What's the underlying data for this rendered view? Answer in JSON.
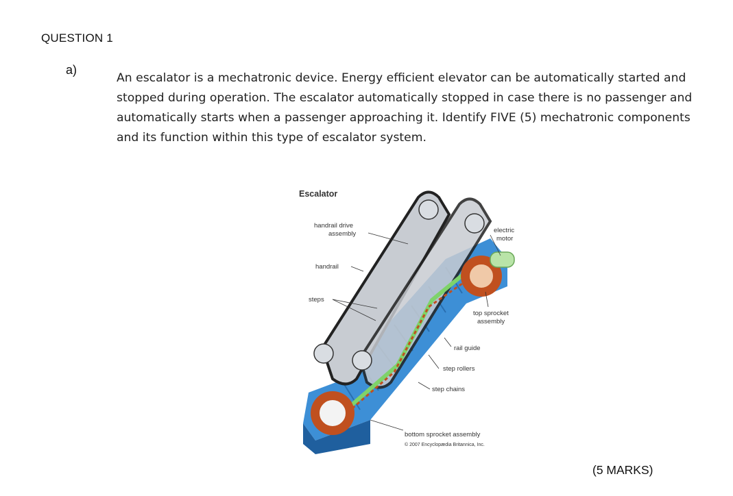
{
  "question": {
    "title": "QUESTION 1",
    "part": "a)",
    "text": "An escalator is a mechatronic device. Energy efficient elevator can be automatically started and stopped during operation. The escalator automatically stopped in case there is no passenger and automatically starts when a passenger approaching it. Identify FIVE (5) mechatronic components and its function within this type of escalator system.",
    "marks": "(5 MARKS)"
  },
  "figure": {
    "title": "Escalator",
    "labels": {
      "handrail_drive_1": "handrail drive",
      "handrail_drive_2": "assembly",
      "handrail": "handrail",
      "steps": "steps",
      "electric_1": "electric",
      "electric_2": "motor",
      "top_sprocket_1": "top sprocket",
      "top_sprocket_2": "assembly",
      "rail_guide": "rail guide",
      "step_rollers": "step rollers",
      "step_chains": "step chains",
      "bottom_sprocket": "bottom sprocket assembly",
      "copyright": "© 2007 Encyclopædia Britannica, Inc."
    },
    "colors": {
      "steps": "#3d8fd6",
      "steps_dark": "#1f5f9e",
      "handrail": "#c8ccd2",
      "chain": "#c0501f",
      "rail_guide": "#7ed36a",
      "motor": "#b9e4a8"
    }
  }
}
